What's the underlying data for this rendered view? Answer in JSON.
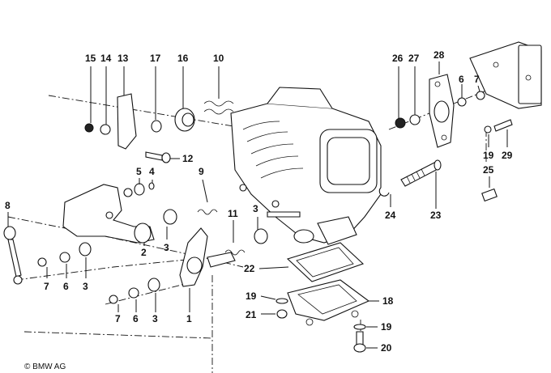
{
  "copyright": "© BMW AG",
  "callouts": [
    {
      "id": "c15",
      "text": "15"
    },
    {
      "id": "c14",
      "text": "14"
    },
    {
      "id": "c13",
      "text": "13"
    },
    {
      "id": "c17",
      "text": "17"
    },
    {
      "id": "c16",
      "text": "16"
    },
    {
      "id": "c10",
      "text": "10"
    },
    {
      "id": "c26",
      "text": "26"
    },
    {
      "id": "c27",
      "text": "27"
    },
    {
      "id": "c28",
      "text": "28"
    },
    {
      "id": "c6a",
      "text": "6"
    },
    {
      "id": "c7a",
      "text": "7"
    },
    {
      "id": "c12",
      "text": "12"
    },
    {
      "id": "c19a",
      "text": "19"
    },
    {
      "id": "c29",
      "text": "29"
    },
    {
      "id": "c25",
      "text": "25"
    },
    {
      "id": "c5",
      "text": "5"
    },
    {
      "id": "c4",
      "text": "4"
    },
    {
      "id": "c9",
      "text": "9"
    },
    {
      "id": "c8",
      "text": "8"
    },
    {
      "id": "c24",
      "text": "24"
    },
    {
      "id": "c23",
      "text": "23"
    },
    {
      "id": "c11",
      "text": "11"
    },
    {
      "id": "c3a",
      "text": "3"
    },
    {
      "id": "c2",
      "text": "2"
    },
    {
      "id": "c3b",
      "text": "3"
    },
    {
      "id": "c22",
      "text": "22"
    },
    {
      "id": "c7b",
      "text": "7"
    },
    {
      "id": "c6b",
      "text": "6"
    },
    {
      "id": "c3c",
      "text": "3"
    },
    {
      "id": "c19b",
      "text": "19"
    },
    {
      "id": "c18",
      "text": "18"
    },
    {
      "id": "c7c",
      "text": "7"
    },
    {
      "id": "c6c",
      "text": "6"
    },
    {
      "id": "c3d",
      "text": "3"
    },
    {
      "id": "c1",
      "text": "1"
    },
    {
      "id": "c21",
      "text": "21"
    },
    {
      "id": "c19c",
      "text": "19"
    },
    {
      "id": "c20",
      "text": "20"
    }
  ]
}
